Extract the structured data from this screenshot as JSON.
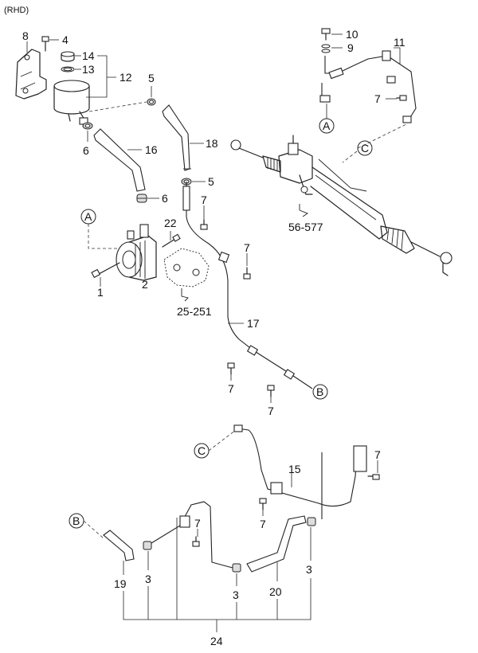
{
  "header": {
    "variant": "(RHD)"
  },
  "parts": {
    "p1": "1",
    "p2": "2",
    "p3a": "3",
    "p3b": "3",
    "p3c": "3",
    "p4": "4",
    "p5a": "5",
    "p5b": "5",
    "p6a": "6",
    "p6b": "6",
    "p7a": "7",
    "p7b": "7",
    "p7c": "7",
    "p7d": "7",
    "p7e": "7",
    "p7f": "7",
    "p7g": "7",
    "p7h": "7",
    "p8": "8",
    "p9": "9",
    "p10": "10",
    "p11": "11",
    "p12": "12",
    "p13": "13",
    "p14": "14",
    "p15": "15",
    "p16": "16",
    "p17": "17",
    "p18": "18",
    "p19": "19",
    "p20": "20",
    "p22": "22",
    "p24": "24"
  },
  "references": {
    "steering_gear": "56-577",
    "engine": "25-251"
  },
  "connectors": {
    "a_top": "A",
    "a_left": "A",
    "b_right": "B",
    "b_bottom": "B",
    "c_top": "C",
    "c_bottom": "C"
  }
}
